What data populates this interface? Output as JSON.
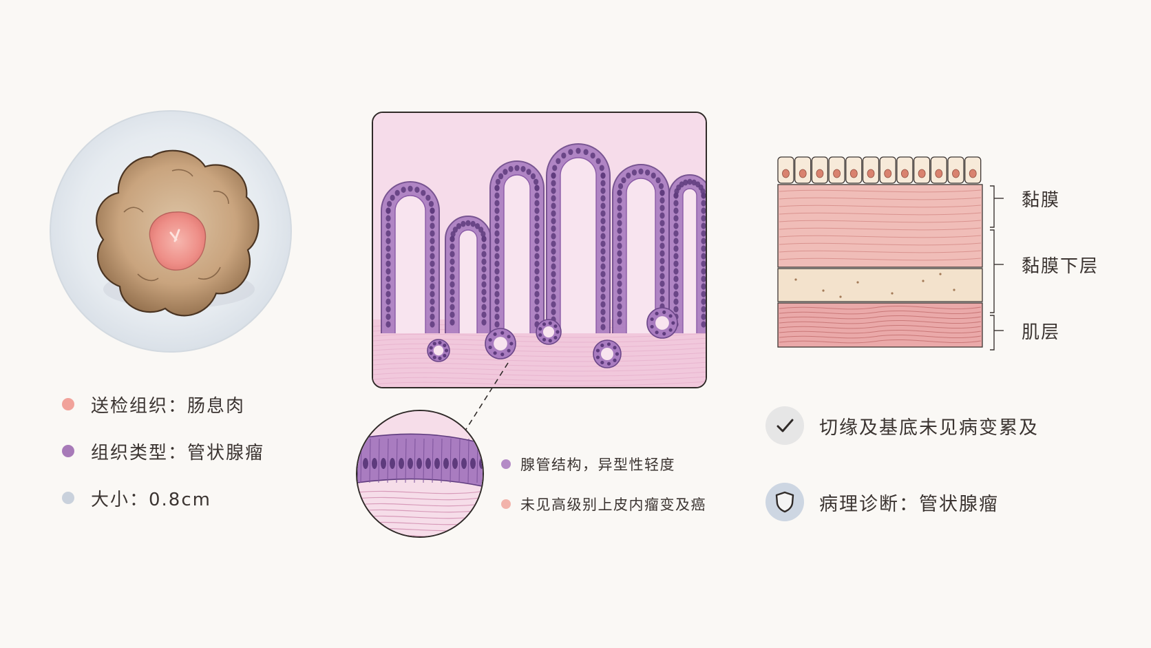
{
  "specimen_legend": [
    {
      "text": "送检组织：肠息肉",
      "color": "#f1a29a"
    },
    {
      "text": "组织类型：管状腺瘤",
      "color": "#a77ab8"
    },
    {
      "text": "大小：0.8cm",
      "color": "#c9d1dc"
    }
  ],
  "findings": [
    {
      "text": "腺管结构，异型性轻度",
      "color": "#b48bc6"
    },
    {
      "text": "未见高级别上皮内瘤变及癌",
      "color": "#f2b3ab"
    }
  ],
  "wall_layers": [
    {
      "label": "黏膜"
    },
    {
      "label": "黏膜下层"
    },
    {
      "label": "肌层"
    }
  ],
  "conclusions": {
    "margin": {
      "text": "切缘及基底未见病变累及",
      "icon": "check-icon"
    },
    "diagnosis": {
      "text": "病理诊断：管状腺瘤",
      "icon": "shield-icon"
    }
  },
  "colors": {
    "background": "#faf8f5",
    "stroma": "#f1c8dc",
    "epithelium": "#a97cc0",
    "nucleus": "#5e3b7d",
    "mucosa": "#f0bdb8",
    "submucosa": "#f3e2cc",
    "muscle": "#eaa9a9"
  }
}
